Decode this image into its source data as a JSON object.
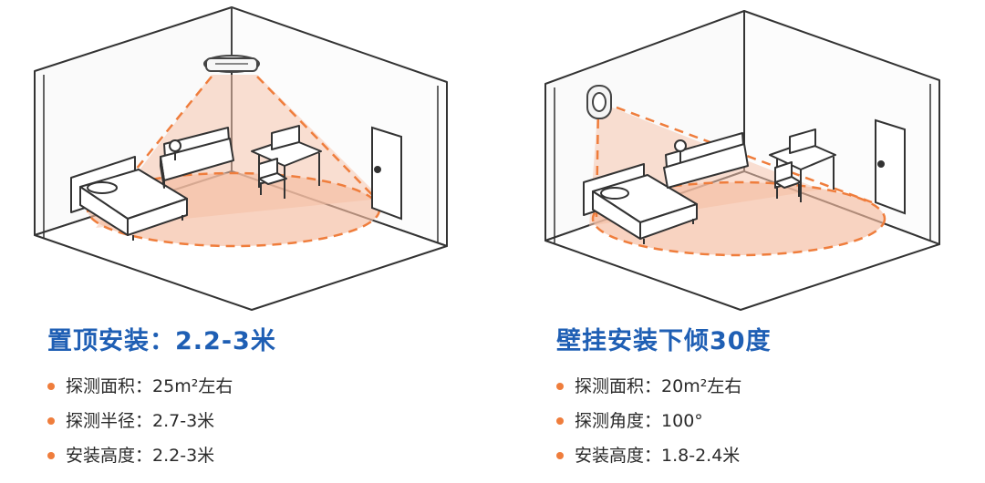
{
  "accent_color": "#ef7d3c",
  "title_color": "#1f5fb4",
  "scenes": [
    {
      "title": "置顶安装：2.2-3米",
      "sensor_icon": "ceiling-sensor-icon",
      "specs": [
        {
          "label": "探测面积：",
          "value": "25m²左右"
        },
        {
          "label": "探测半径：",
          "value": "2.7-3米"
        },
        {
          "label": "安装高度：",
          "value": "2.2-3米"
        }
      ]
    },
    {
      "title": "壁挂安装下倾30度",
      "sensor_icon": "wall-sensor-icon",
      "specs": [
        {
          "label": "探测面积：",
          "value": "20m²左右"
        },
        {
          "label": "探测角度：",
          "value": "100°"
        },
        {
          "label": "安装高度：",
          "value": "1.8-2.4米"
        }
      ]
    }
  ]
}
